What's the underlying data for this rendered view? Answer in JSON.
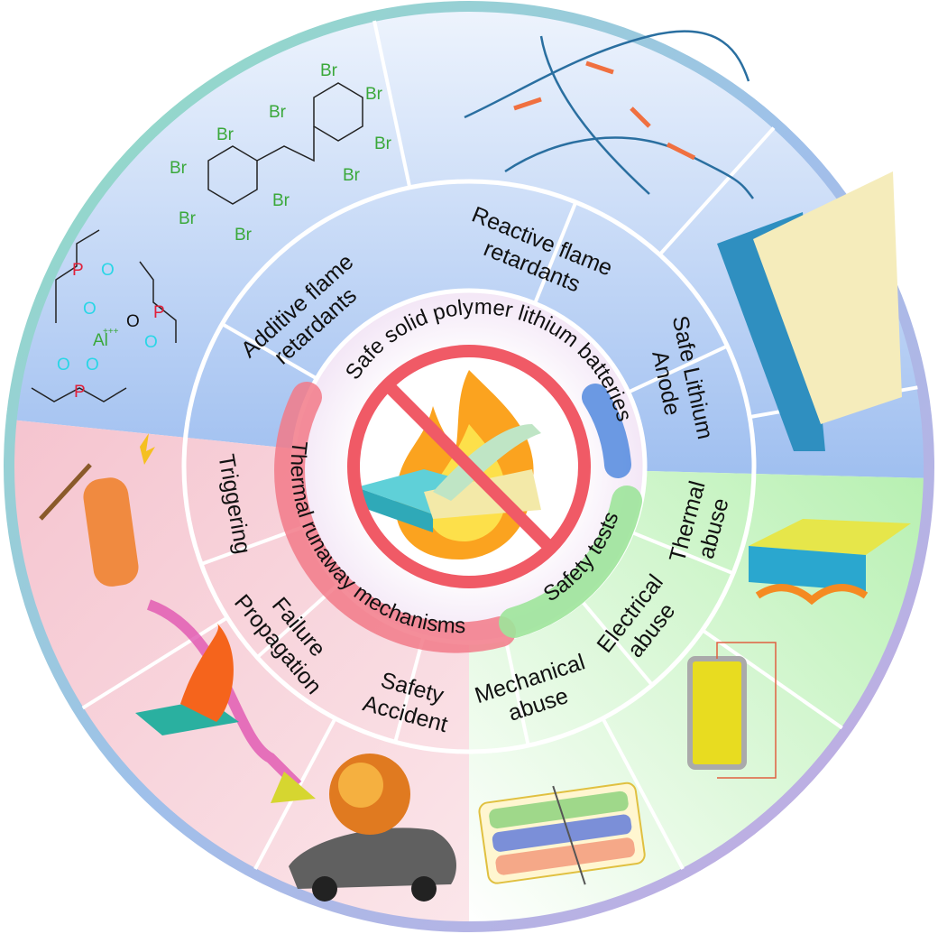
{
  "title": "Safe solid polymer lithium batteries",
  "inner_ring": {
    "center_title": "Safe solid polymer lithium batteries",
    "left_arc": "Thermal runaway mechanisms",
    "right_arc": "Safety tests"
  },
  "sections": {
    "additive": "Additive flame retardants",
    "additive_line1": "Additive flame",
    "additive_line2": "retardants",
    "reactive_line1": "Reactive flame",
    "reactive_line2": "retardants",
    "anode_line1": "Safe Lithium",
    "anode_line2": "Anode",
    "thermal_line1": "Thermal",
    "thermal_line2": "abuse",
    "electrical_line1": "Electrical",
    "electrical_line2": "abuse",
    "mechanical_line1": "Mechanical",
    "mechanical_line2": "abuse",
    "accident_line1": "Safety",
    "accident_line2": "Accident",
    "failure_line1": "Failure",
    "failure_line2": "Propagation",
    "triggering": "Triggering"
  },
  "chem": {
    "br": "Br",
    "p": "P",
    "o": "O",
    "o_minus": "O",
    "al": "Al",
    "al_charge": "+++"
  },
  "colors": {
    "blue": "#a9c6f2",
    "pink": "#f6c9d2",
    "green": "#c8f0c4",
    "red": "#f26b7a",
    "accent_blue": "#5b8fe0",
    "accent_green": "#8fe08a"
  }
}
